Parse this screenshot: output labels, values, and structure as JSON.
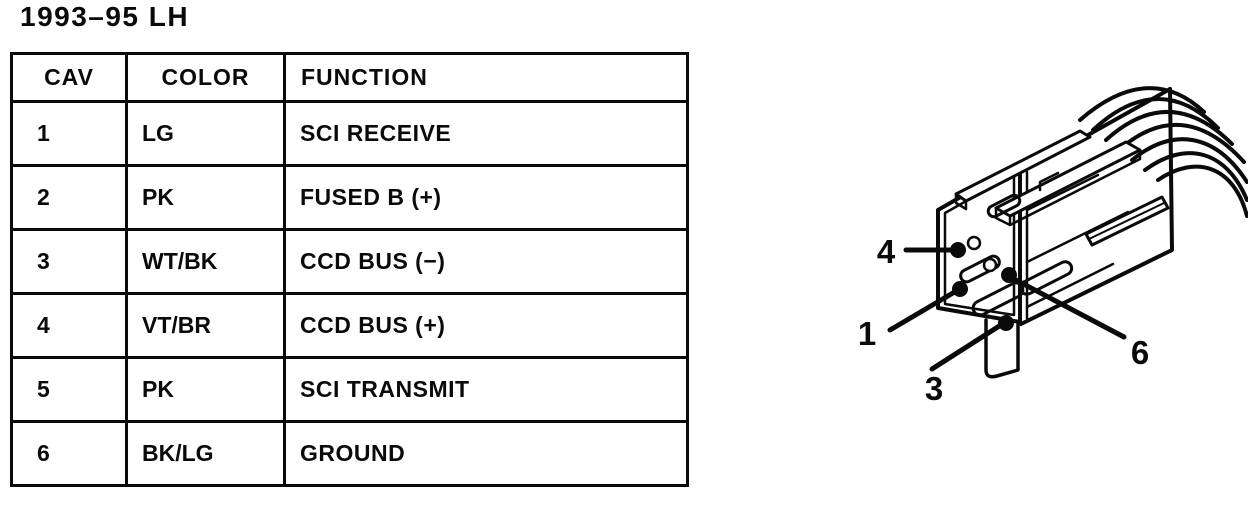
{
  "title": "1993–95 LH",
  "table": {
    "headers": {
      "cav": "CAV",
      "color": "COLOR",
      "function": "FUNCTION"
    },
    "rows": [
      {
        "cav": "1",
        "color": "LG",
        "function": "SCI RECEIVE"
      },
      {
        "cav": "2",
        "color": "PK",
        "function": "FUSED B (+)"
      },
      {
        "cav": "3",
        "color": "WT/BK",
        "function": "CCD BUS (−)"
      },
      {
        "cav": "4",
        "color": "VT/BR",
        "function": "CCD BUS (+)"
      },
      {
        "cav": "5",
        "color": "PK",
        "function": "SCI TRANSMIT"
      },
      {
        "cav": "6",
        "color": "BK/LG",
        "function": "GROUND"
      }
    ]
  },
  "connector": {
    "pin_labels": [
      "4",
      "1",
      "3",
      "6"
    ]
  },
  "colors": {
    "ink": "#0a0a0a",
    "paper": "#ffffff"
  }
}
